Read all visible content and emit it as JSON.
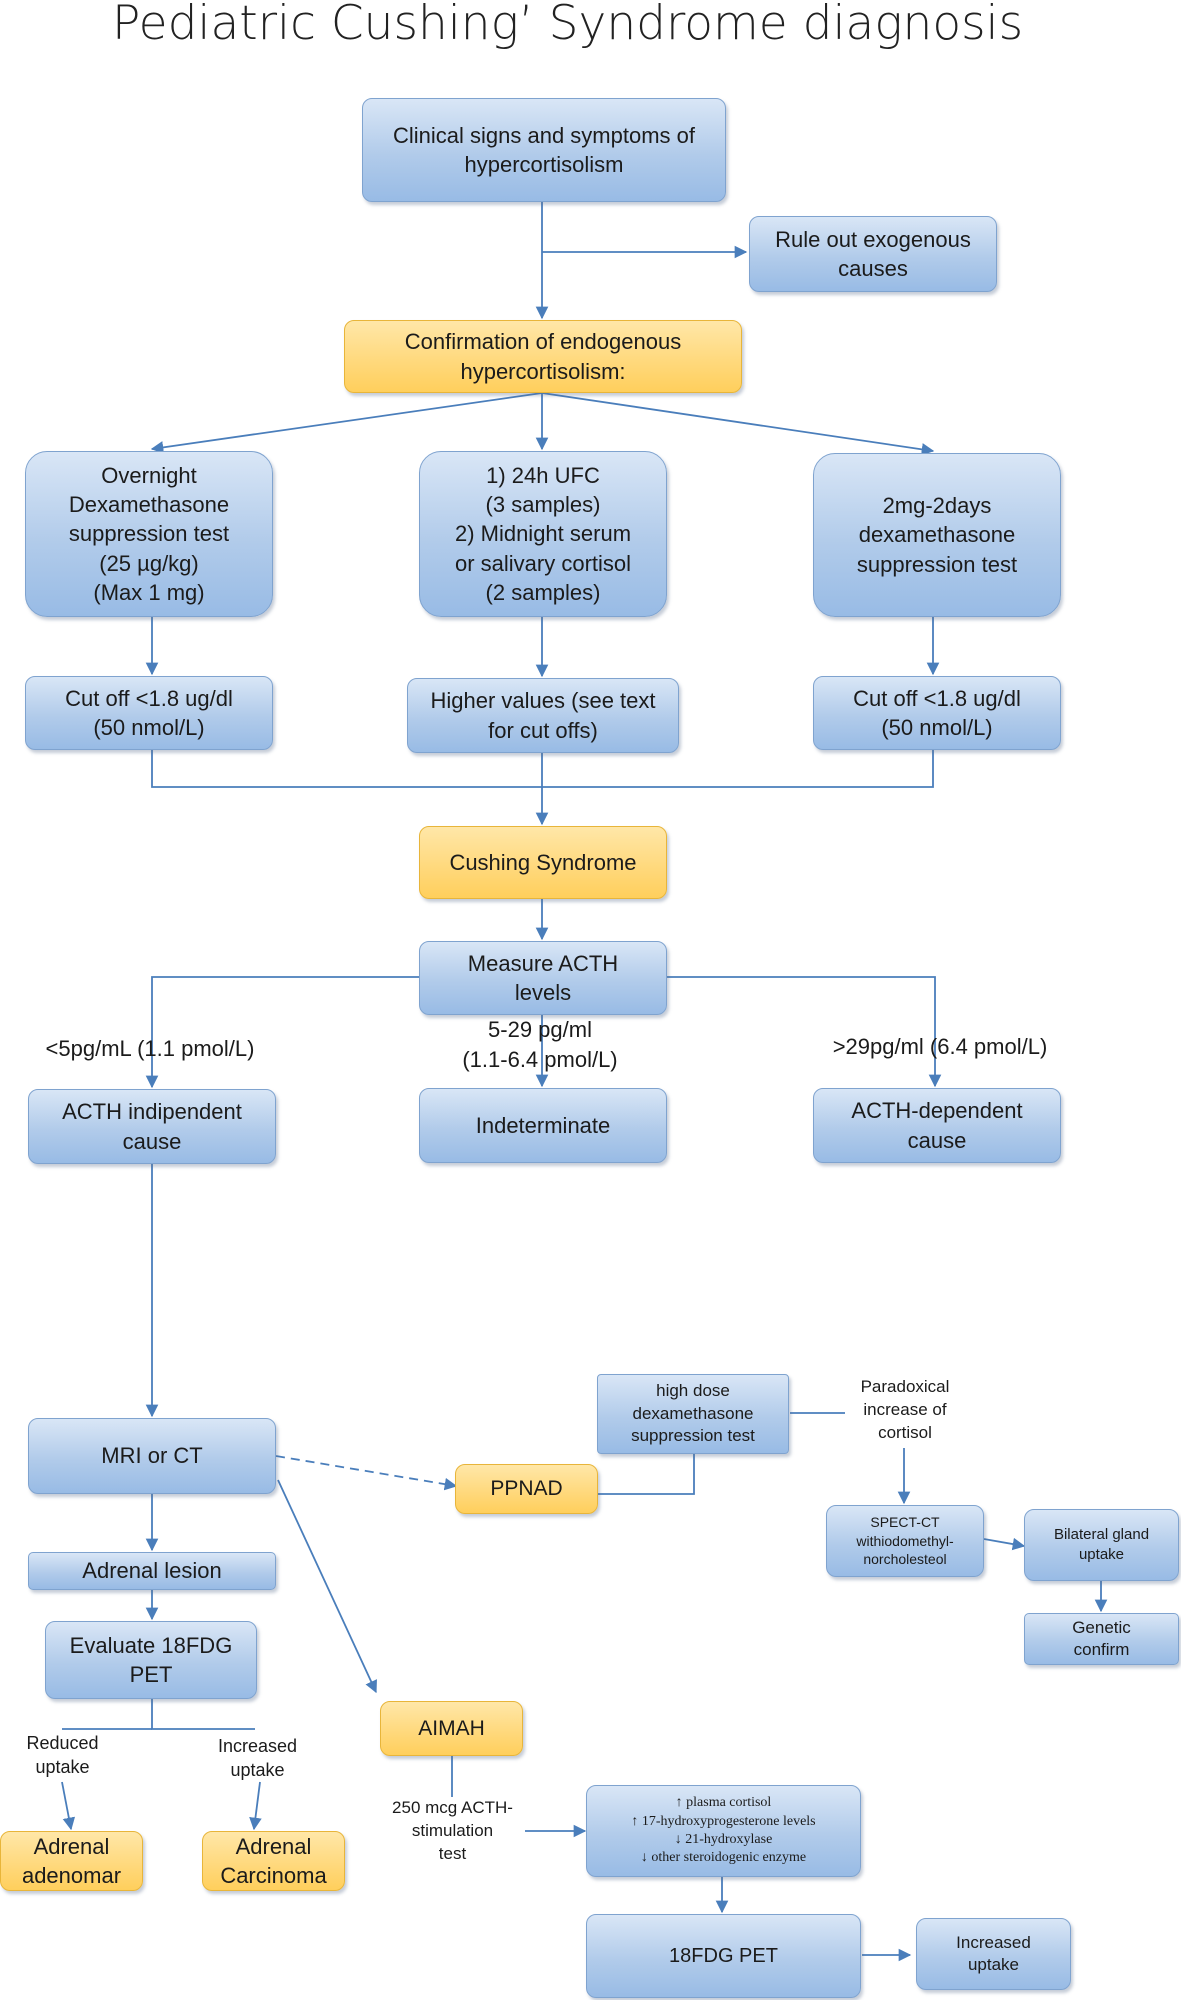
{
  "title": "Pediatric Cushing’ Syndrome diagnosis",
  "nodes": {
    "clinical": "Clinical signs and symptoms of\nhypercortisolism",
    "exogenous": "Rule out exogenous\ncauses",
    "confirmation": "Confirmation of endogenous\nhypercortisolism:",
    "overnight": "Overnight\nDexamethasone\nsuppression test\n(25 µg/kg)\n(Max 1 mg)",
    "ufc": "1)     24h UFC\n(3 samples)\n2) Midnight serum\nor salivary cortisol\n(2 samples)",
    "twomg": "2mg-2days\ndexamethasone\nsuppression test",
    "cutoff_left": "Cut off  <1.8 ug/dl\n(50 nmol/L)",
    "higher": "Higher values (see text\nfor cut offs)",
    "cutoff_right": "Cut off  <1.8 ug/dl\n(50 nmol/L)",
    "cushing": "Cushing Syndrome",
    "acth": "Measure ACTH\nlevels",
    "acth_indep": "ACTH indipendent\ncause",
    "indeterminate": "Indeterminate",
    "acth_dep": "ACTH-dependent\ncause",
    "mri": "MRI or CT",
    "adrenal_lesion": "Adrenal lesion",
    "evaluate_pet": "Evaluate 18FDG\nPET",
    "adrenal_adenoma": "Adrenal\nadenomar",
    "adrenal_carcinoma": "Adrenal\nCarcinoma",
    "ppnad": "PPNAD",
    "high_dose": "high dose\ndexamethasone\nsuppression test",
    "spect": "SPECT-CT\nwithiodomethyl-\nnorcholesteol",
    "bilateral": "Bilateral gland\nuptake",
    "genetic": "Genetic\nconfirm",
    "aimah": "AIMAH",
    "plasma": "↑ plasma cortisol\n↑ 17-hydroxyprogesterone  levels\n↓ 21-hydroxylase\n↓ other  steroidogenic  enzyme",
    "fdg_pet": "18FDG PET",
    "increased_uptake_box": "Increased\nuptake"
  },
  "labels": {
    "lt5": "<5pg/mL (1.1 pmol/L)",
    "mid": "5-29 pg/ml\n(1.1-6.4 pmol/L)",
    "gt29": ">29pg/ml (6.4 pmol/L)",
    "reduced": "Reduced\nuptake",
    "increased": "Increased\nuptake",
    "paradoxical": "Paradoxical\nincrease of\ncortisol",
    "stim": "250 mcg ACTH-\nstimulation\ntest"
  },
  "colors": {
    "edge": "#4a7ebb",
    "box_blue": "#b1cbea",
    "box_orange": "#ffd87a"
  }
}
